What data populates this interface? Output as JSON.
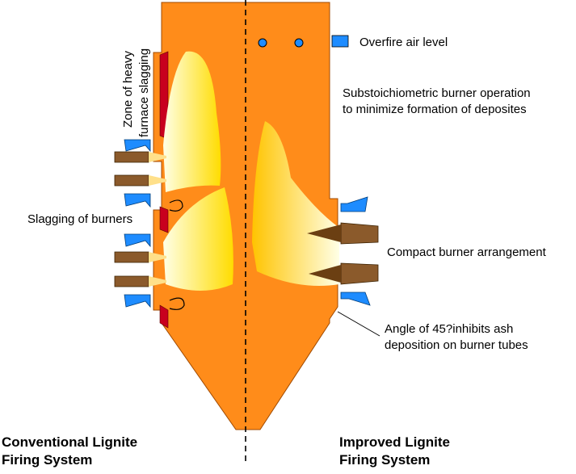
{
  "labels": {
    "zone_line1": "Zone of heavy",
    "zone_line2": "furnace slagging",
    "slagging_burners": "Slagging of burners",
    "overfire_air": "Overfire air level",
    "substoich_line1": "Substoichiometric burner operation",
    "substoich_line2": "to minimize formation of deposites",
    "compact_burner": "Compact burner arrangement",
    "angle_line1": "Angle of 45?inhibits ash",
    "angle_line2": "deposition on burner tubes"
  },
  "captions": {
    "conventional_line1": "Conventional Lignite",
    "conventional_line2": "Firing System",
    "improved_line1": "Improved Lignite",
    "improved_line2": "Firing System"
  },
  "colors": {
    "furnace": "#ff8c1a",
    "slag": "#c8001e",
    "air_nozzle": "#1e8cff",
    "burner": "#8b5a2b",
    "flame_core": "#ffd200",
    "flame_edge": "#ffffe6"
  }
}
